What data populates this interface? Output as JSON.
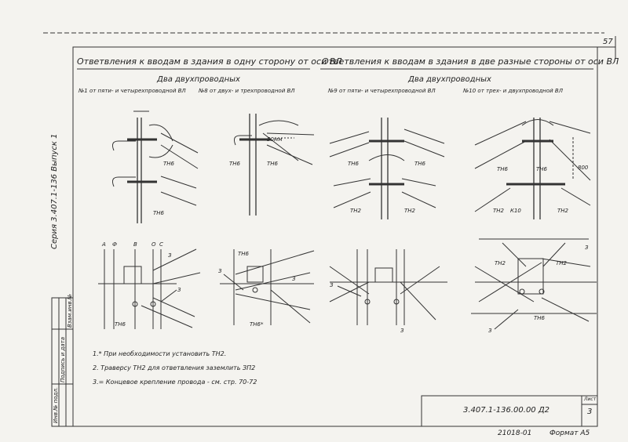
{
  "sheet": {
    "page_number": "57",
    "heading_left": "Ответвления к вводам в здания в одну сторону от оси ВЛ",
    "heading_right": "Ответвления к вводам в здания в две разные стороны от оси ВЛ",
    "sub_left": "Два двухпроводных",
    "sub_right": "Два двухпроводных",
    "captions": [
      "№1 от пяти- и четырехпроводной ВЛ",
      "№8 от двух- и трехпроводной ВЛ",
      "№9 от пяти- и четырехпроводной ВЛ",
      "№10 от трех- и двухпроводной ВЛ"
    ],
    "series_vertical": "Серия 3.407.1-136 Выпуск 1",
    "notes": [
      "1.* При необходимости установить ТН2.",
      "2. Траверсу ТН2 для ответвления заземлить ЗП2",
      "3.= Концевое крепление провода - см. стр. 70-72"
    ],
    "doc_number": "3.407.1-136.00.00 Д2",
    "sheet_label": "Лист",
    "sheet_number": "3",
    "bottom_code": "21018-01",
    "format": "Формат А5",
    "stamp_cols": [
      "Инв.№ подл.",
      "Подпись и дата",
      "Взам.инв.№"
    ]
  },
  "labels": {
    "TH6": "ТН6",
    "TH2": "ТН2",
    "TH6s": "ТН6*",
    "K10": "К10",
    "A": "А",
    "B": "В",
    "C": "С",
    "O": "О",
    "F": "Ф",
    "N": "З",
    "dim50": "50мм",
    "dim800": "800"
  }
}
